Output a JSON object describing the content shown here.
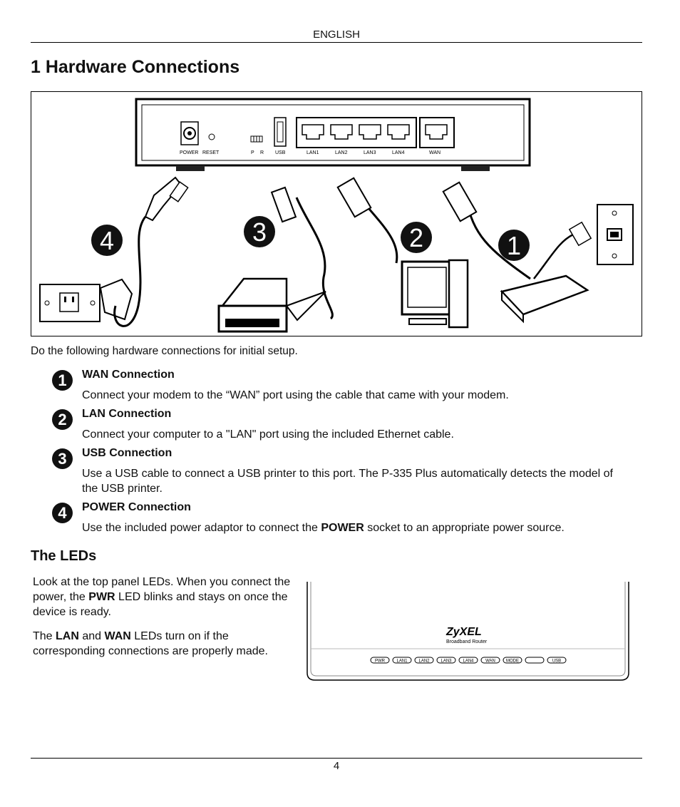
{
  "header": {
    "language": "ENGLISH"
  },
  "section_title": "1 Hardware Connections",
  "figure": {
    "port_labels": [
      "POWER",
      "RESET",
      "P",
      "R",
      "USB",
      "LAN1",
      "LAN2",
      "LAN3",
      "LAN4",
      "WAN"
    ],
    "callouts": [
      "4",
      "3",
      "2",
      "1"
    ]
  },
  "intro": "Do the following hardware connections for initial setup.",
  "steps": [
    {
      "number": "1",
      "title": "WAN Connection",
      "body": "Connect your modem to the “WAN” port using the cable that came with your modem."
    },
    {
      "number": "2",
      "title": "LAN Connection",
      "body": "Connect your computer to a \"LAN\" port using the included Ethernet cable."
    },
    {
      "number": "3",
      "title": "USB Connection",
      "body": "Use a USB cable to connect a USB printer to this port. The P-335 Plus automatically detects the model of the USB printer."
    },
    {
      "number": "4",
      "title": "POWER Connection",
      "body_before": "Use the included power adaptor to connect the ",
      "body_bold": "POWER",
      "body_after": " socket to an appropriate power source."
    }
  ],
  "leds": {
    "title": "The LEDs",
    "para1_before": "Look at the top panel LEDs. When you connect the power, the ",
    "para1_bold": "PWR",
    "para1_after": " LED blinks and stays on once the device is ready.",
    "para2_a": "The ",
    "para2_b": "LAN",
    "para2_c": " and ",
    "para2_d": "WAN",
    "para2_e": " LEDs turn on if the corresponding connections are properly made.",
    "brand": "ZyXEL",
    "brand_sub": "Broadband Router",
    "led_labels": [
      "PWR",
      "LAN1",
      "LAN2",
      "LAN3",
      "LAN4",
      "WAN",
      "MODE",
      "",
      "USB"
    ]
  },
  "footer": {
    "page_number": "4"
  }
}
